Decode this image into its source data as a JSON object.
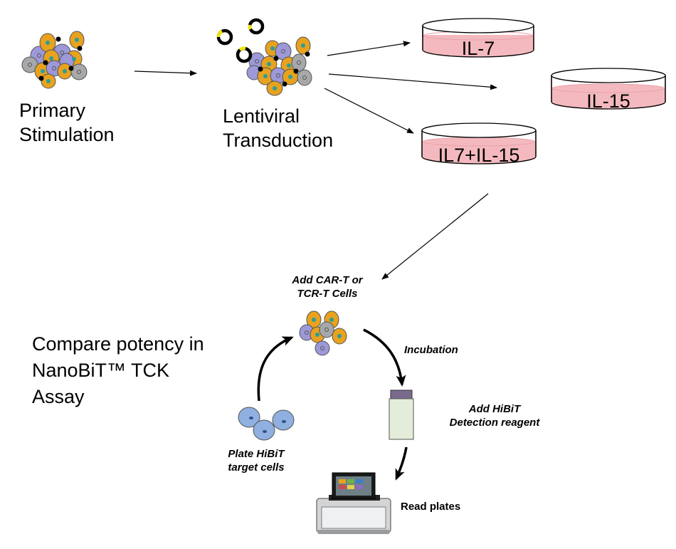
{
  "steps": {
    "primary": {
      "line1": "Primary",
      "line2": "Stimulation"
    },
    "lentiviral": {
      "line1": "Lentiviral",
      "line2": "Transduction"
    }
  },
  "dishes": [
    {
      "label": "IL-7"
    },
    {
      "label": "IL-15"
    },
    {
      "label": "IL7+IL-15"
    }
  ],
  "compare": {
    "line1": "Compare potency in",
    "line2": "NanoBiT™ TCK",
    "line3": "Assay"
  },
  "assay": {
    "add_cells": {
      "line1": "Add CAR-T or",
      "line2": "TCR-T Cells"
    },
    "incubation": "Incubation",
    "add_reagent": {
      "line1": "Add HiBiT",
      "line2": "Detection reagent"
    },
    "plate_cells": {
      "line1": "Plate HiBiT",
      "line2": "target cells"
    },
    "read": "Read plates"
  },
  "colors": {
    "cell_orange": "#E8A21E",
    "cell_purple": "#9D98D8",
    "cell_gray": "#A6A8AA",
    "nucleus_teal": "#2A9D9A",
    "target_blue": "#8FB0E0",
    "dish_medium": "#F4B9BE",
    "vector_yellow": "#F2E500",
    "reagent_cap": "#7A6A8E",
    "reagent_tube": "#E3EDD9"
  }
}
